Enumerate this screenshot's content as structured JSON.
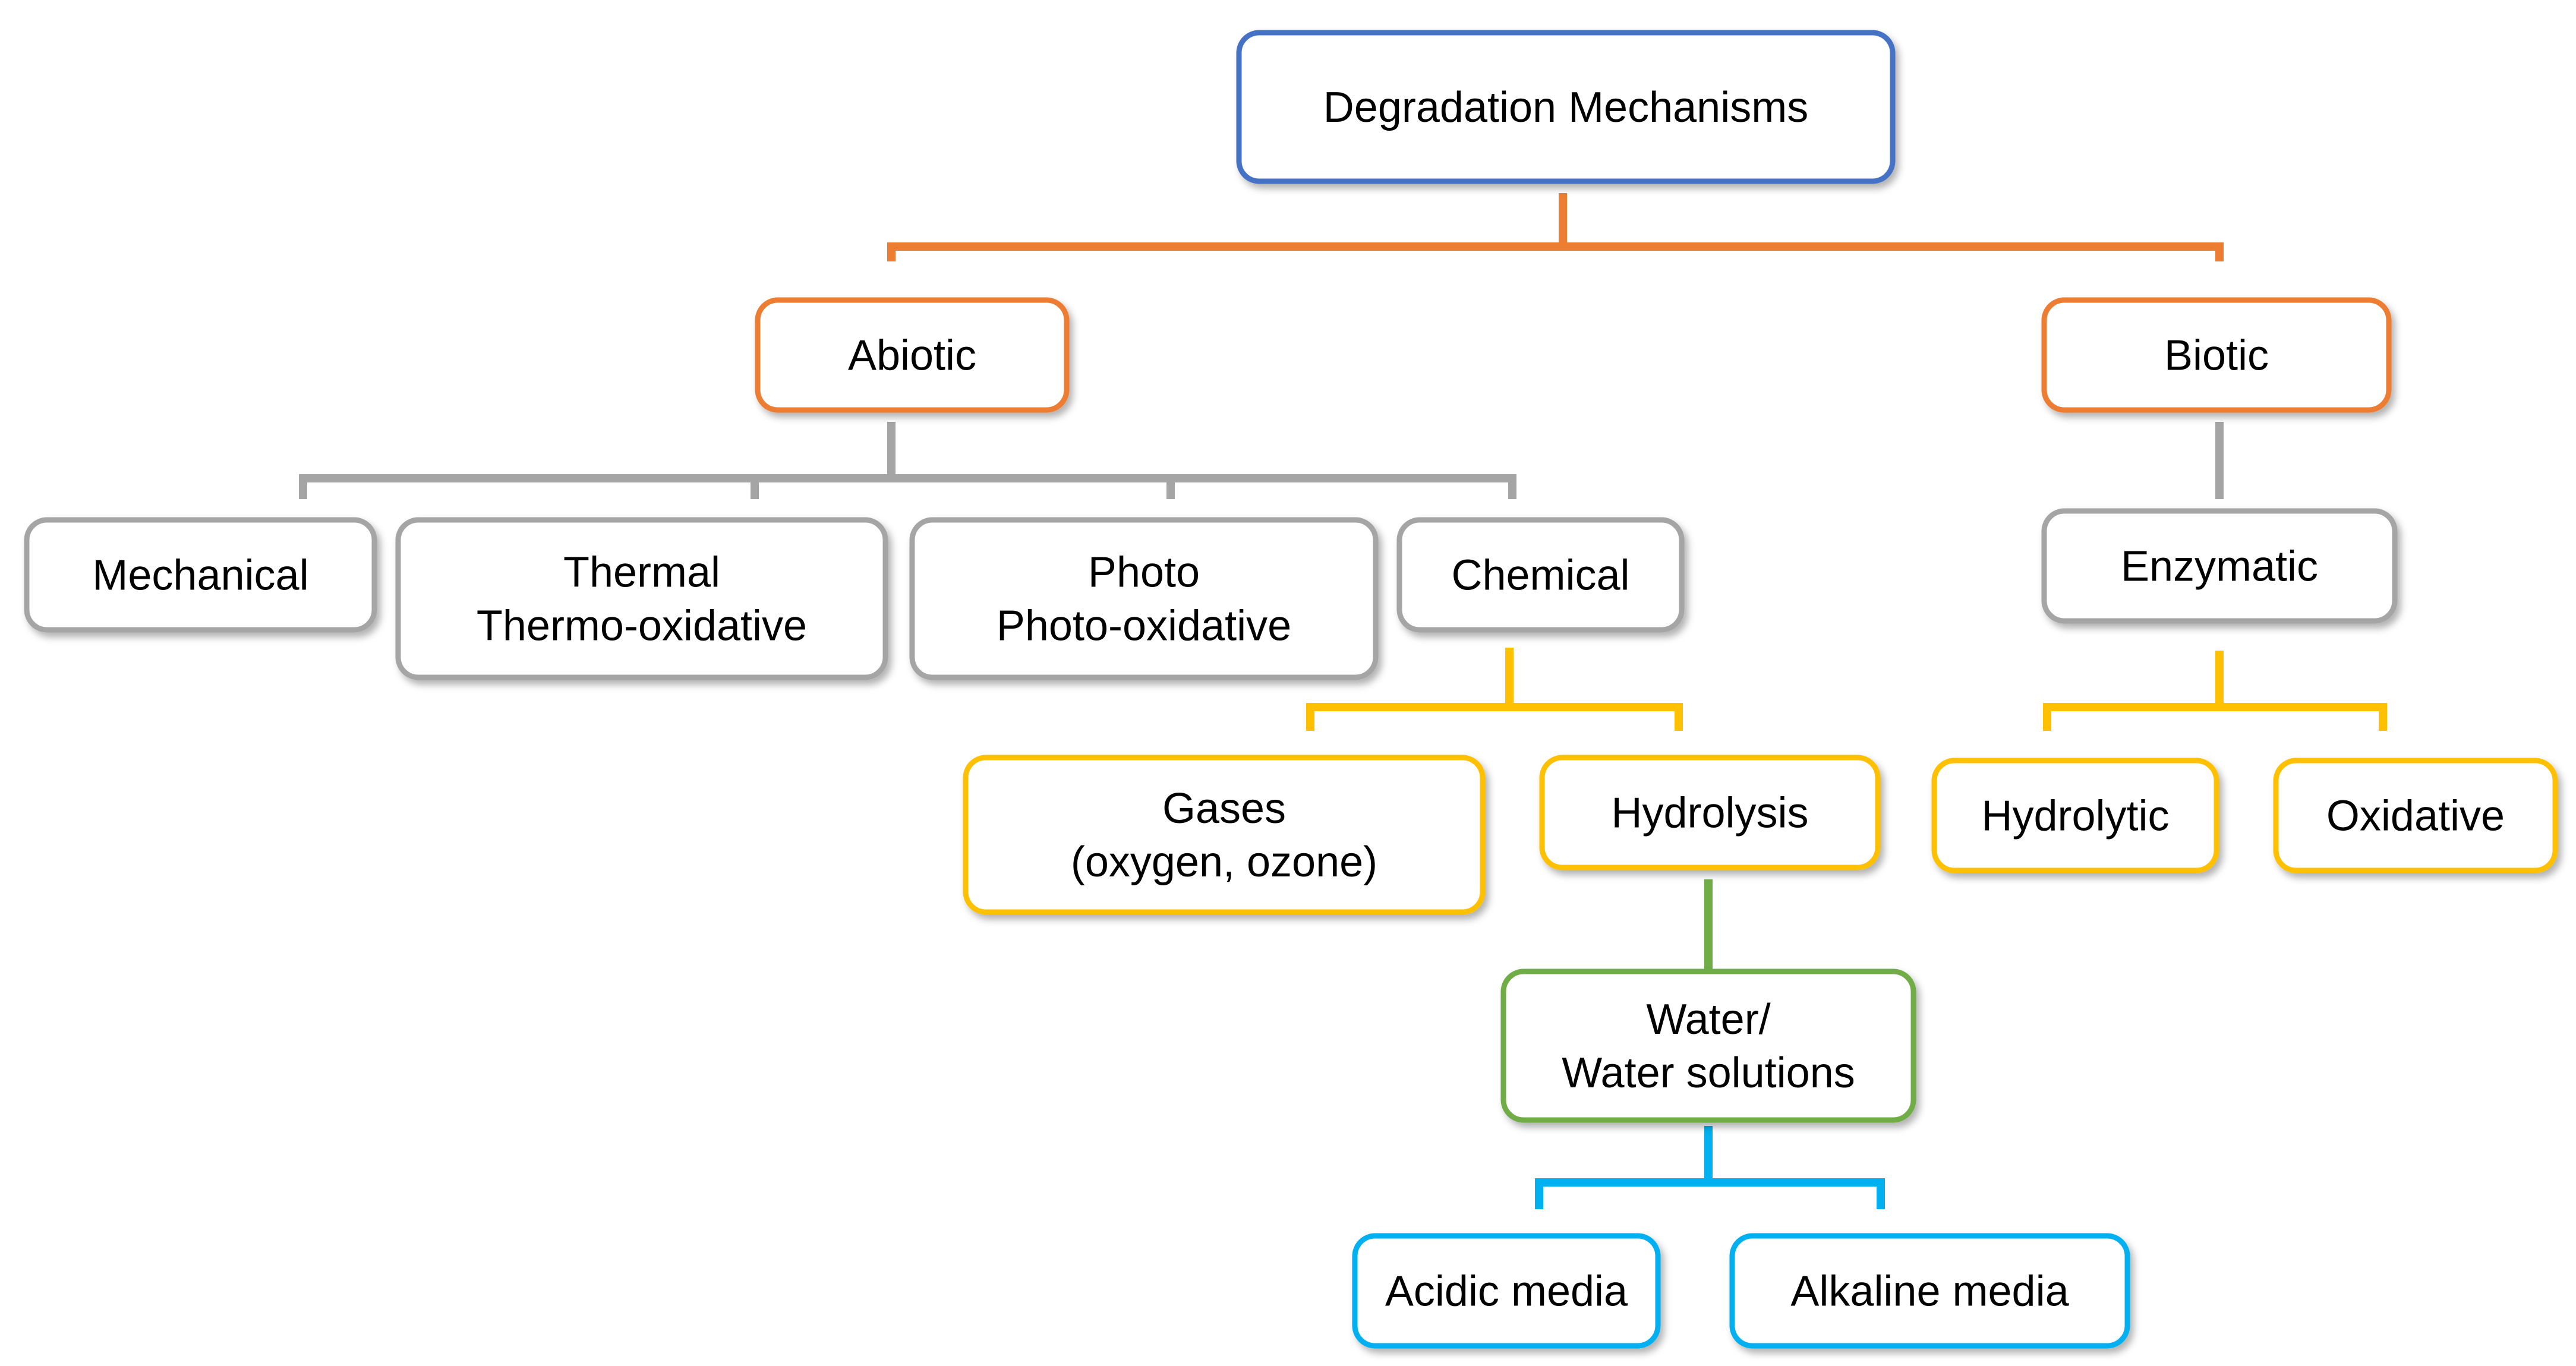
{
  "colors": {
    "blue": "#4472C4",
    "orange": "#ED7D31",
    "gray": "#A5A5A5",
    "yellow": "#FFC000",
    "green": "#70AD47",
    "cyan": "#00B0F0"
  },
  "nodes": {
    "root": {
      "lines": [
        "Degradation Mechanisms"
      ]
    },
    "abiotic": {
      "lines": [
        "Abiotic"
      ]
    },
    "biotic": {
      "lines": [
        "Biotic"
      ]
    },
    "mechanical": {
      "lines": [
        "Mechanical"
      ]
    },
    "thermal": {
      "lines": [
        "Thermal",
        "Thermo-oxidative"
      ]
    },
    "photo": {
      "lines": [
        "Photo",
        "Photo-oxidative"
      ]
    },
    "chemical": {
      "lines": [
        "Chemical"
      ]
    },
    "enzymatic": {
      "lines": [
        "Enzymatic"
      ]
    },
    "gases": {
      "lines": [
        "Gases",
        "(oxygen, ozone)"
      ]
    },
    "hydrolysis": {
      "lines": [
        "Hydrolysis"
      ]
    },
    "hydrolytic": {
      "lines": [
        "Hydrolytic"
      ]
    },
    "oxidative": {
      "lines": [
        "Oxidative"
      ]
    },
    "water": {
      "lines": [
        "Water/",
        "Water solutions"
      ]
    },
    "acidic": {
      "lines": [
        "Acidic media"
      ]
    },
    "alkaline": {
      "lines": [
        "Alkaline media"
      ]
    }
  }
}
